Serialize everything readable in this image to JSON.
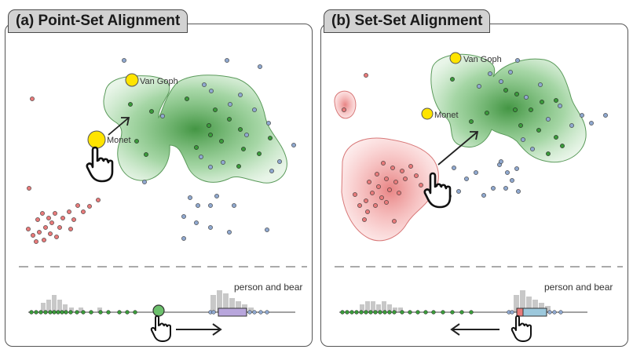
{
  "panel_a": {
    "title": "(a) Point-Set Alignment",
    "labels": {
      "top": "Van Goph",
      "bottom": "Monet"
    },
    "caption": "person and bear"
  },
  "panel_b": {
    "title": "(b) Set-Set Alignment",
    "labels": {
      "top": "Van Goph",
      "bottom": "Monet"
    },
    "caption": "person and bear"
  },
  "colors": {
    "green_cluster": "#3a9a3a",
    "red_cluster": "#e87a7a",
    "blue_point": "#8fa8cf",
    "highlight": "#ffe400",
    "violet_box": "#b8a6dc",
    "cyan_box": "#9cc8dc",
    "histogram": "#c8c8c8"
  },
  "icons": {
    "cursor": "hand-pointer-icon",
    "arrow": "arrow-icon"
  }
}
